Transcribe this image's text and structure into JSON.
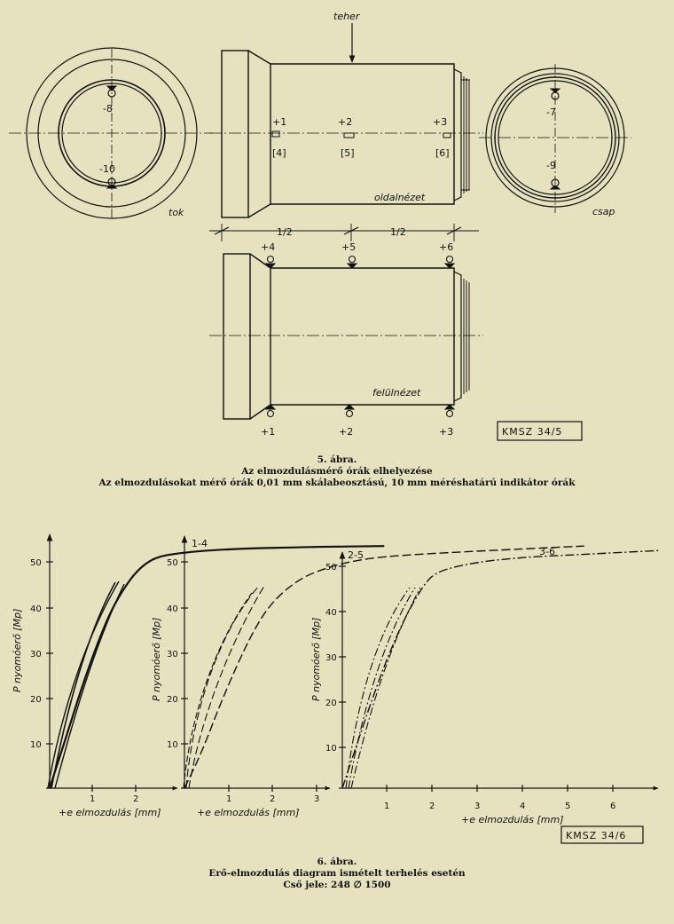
{
  "fig5": {
    "load_label": "teher",
    "left_end_label": "tok",
    "right_end_label": "csap",
    "side_view_label": "oldalnézet",
    "top_view_label": "felülnézet",
    "half_label": "1/2",
    "gauges_left": [
      "-8",
      "-10"
    ],
    "gauges_right": [
      "-7",
      "-9"
    ],
    "side_marks": [
      "+1",
      "+2",
      "+3"
    ],
    "side_marks_bracket": [
      "[4]",
      "[5]",
      "[6]"
    ],
    "top_marks_upper": [
      "+4",
      "+5",
      "+6"
    ],
    "top_marks_lower": [
      "+1",
      "+2",
      "+3"
    ],
    "code": "KMSZ 34/5",
    "caption": {
      "number": "5. ábra.",
      "title": "Az elmozdulásmérő órák elhelyezése",
      "note": "Az elmozdulásokat mérő órák 0,01 mm skálabeosztású, 10 mm méréshatárú indikátor órák"
    }
  },
  "fig6": {
    "ylabel": "P nyomóerő [Mp]",
    "xlabel": "+e elmozdulás [mm]",
    "curve_labels": [
      "1-4",
      "2-5",
      "3-6"
    ],
    "y_ticks": [
      "10",
      "20",
      "30",
      "40",
      "50"
    ],
    "x_ticks_1": [
      "1",
      "2"
    ],
    "x_ticks_2": [
      "1",
      "2",
      "3"
    ],
    "x_ticks_3": [
      "1",
      "2",
      "3",
      "4",
      "5",
      "6"
    ],
    "code": "KMSZ 34/6",
    "caption": {
      "number": "6. ábra.",
      "title": "Erő-elmozdulás diagram ismételt terhelés esetén",
      "note": "Cső jele: 248 ∅ 1500"
    }
  },
  "chart_data": {
    "type": "line",
    "title": "",
    "xlabel": "+e elmozdulás [mm]",
    "ylabel": "P nyomóerő [Mp]",
    "ylim": [
      0,
      55
    ],
    "grid": false,
    "series": [
      {
        "name": "1-4",
        "x": [
          0,
          0.2,
          0.5,
          0.8,
          1.1,
          1.4,
          1.7,
          2.0,
          2.4,
          3.0,
          4.0,
          6.0,
          7.7
        ],
        "y": [
          0,
          6,
          15,
          24,
          32,
          39,
          44,
          48,
          51,
          52,
          52.8,
          53.3,
          53.5
        ]
      },
      {
        "name": "2-5",
        "x": [
          0,
          0.4,
          0.8,
          1.2,
          1.6,
          2.0,
          2.6,
          3.2,
          4.0,
          5.0,
          7.0,
          9.2
        ],
        "y": [
          0,
          8,
          18,
          27,
          35,
          41,
          46,
          48.5,
          50.5,
          51.5,
          52.5,
          53.5
        ]
      },
      {
        "name": "3-6",
        "x": [
          0,
          0.3,
          0.6,
          1.0,
          1.4,
          1.8,
          2.1,
          3.0,
          4.0,
          5.0,
          6.0,
          7.0
        ],
        "y": [
          0,
          9,
          18,
          29,
          38,
          45,
          48,
          50,
          51,
          51.5,
          52,
          52.5
        ]
      }
    ]
  }
}
